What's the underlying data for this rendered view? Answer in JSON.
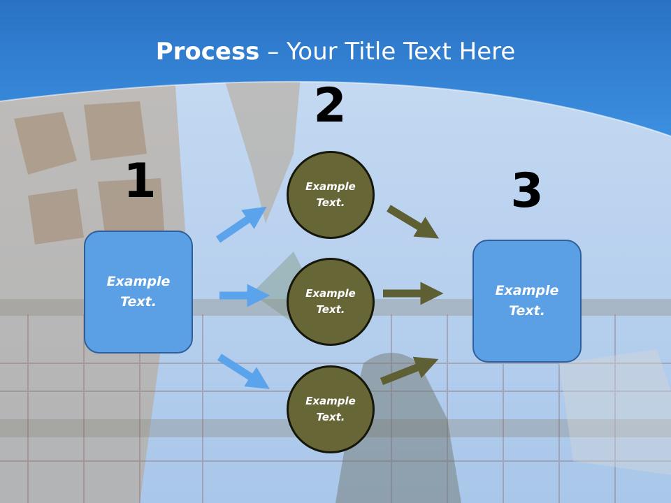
{
  "title": {
    "bold": "Process",
    "rest": " – Your Title Text Here"
  },
  "steps": [
    {
      "number": "1",
      "text": "Example Text."
    },
    {
      "number": "2"
    },
    {
      "number": "3",
      "text": "Example Text."
    }
  ],
  "circles": [
    {
      "text": "Example Text."
    },
    {
      "text": "Example Text."
    },
    {
      "text": "Example Text."
    }
  ],
  "colors": {
    "header_blue": "#2f7fd3",
    "box_fill": "#5b9fe4",
    "box_border": "#2f5f9b",
    "circle_fill": "#676637",
    "blue_arrow": "#5ba3ea",
    "olive_arrow": "#5f5f34"
  }
}
